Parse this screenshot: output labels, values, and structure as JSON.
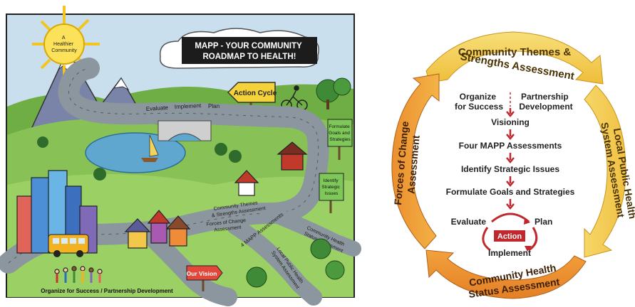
{
  "map": {
    "sun_label_line1": "A",
    "sun_label_line2": "Healthier",
    "sun_label_line3": "Community",
    "banner_line1": "MAPP - YOUR COMMUNITY",
    "banner_line2": "ROADMAP TO HEALTH!",
    "action_cycle": "Action Cycle",
    "road_evaluate": "Evaluate",
    "road_implement": "Implement",
    "road_plan": "Plan",
    "formulate_sign_line1": "Formulate",
    "formulate_sign_line2": "Goals and",
    "formulate_sign_line3": "Strategies",
    "identify_sign_line1": "Identify",
    "identify_sign_line2": "Strategic",
    "identify_sign_line3": "Issues",
    "road_themes_line1": "Community Themes",
    "road_themes_line2": "& Strengths Assessment",
    "road_forces_line1": "Forces of Change",
    "road_forces_line2": "Assessment",
    "road_four_mapp": "4 MAPP Assessments",
    "road_health_status_line1": "Community Health",
    "road_health_status_line2": "Status Assessment",
    "road_local_line1": "Local Public Health",
    "road_local_line2": "System Assessment",
    "our_vision": "Our Vision",
    "bottom_caption": "Organize for Success / Partnership Development"
  },
  "cycle": {
    "arc_top_line1": "Community Themes &",
    "arc_top_line2": "Strengths Assessment",
    "arc_left_line1": "Forces of Change",
    "arc_left_line2": "Assessment",
    "arc_right_line1": "Local Public Health",
    "arc_right_line2": "System Assessment",
    "arc_bottom_line1": "Community Health",
    "arc_bottom_line2": "Status Assessment",
    "organize_line1": "Organize",
    "organize_line2": "for Success",
    "partnership_line1": "Partnership",
    "partnership_line2": "Development",
    "visioning": "Visioning",
    "four_mapp": "Four MAPP Assessments",
    "identify": "Identify Strategic Issues",
    "formulate": "Formulate Goals and Strategies",
    "evaluate": "Evaluate",
    "plan": "Plan",
    "action": "Action",
    "implement": "Implement"
  },
  "colors": {
    "sky": "#c9dfee",
    "grass": "#7fbf4d",
    "dark_grass": "#3f8a36",
    "road": "#8c969e",
    "water": "#5fa7cf",
    "arc_yellow": "#f3c84a",
    "arc_orange": "#ee9a35",
    "red_arrow": "#c0282d"
  }
}
